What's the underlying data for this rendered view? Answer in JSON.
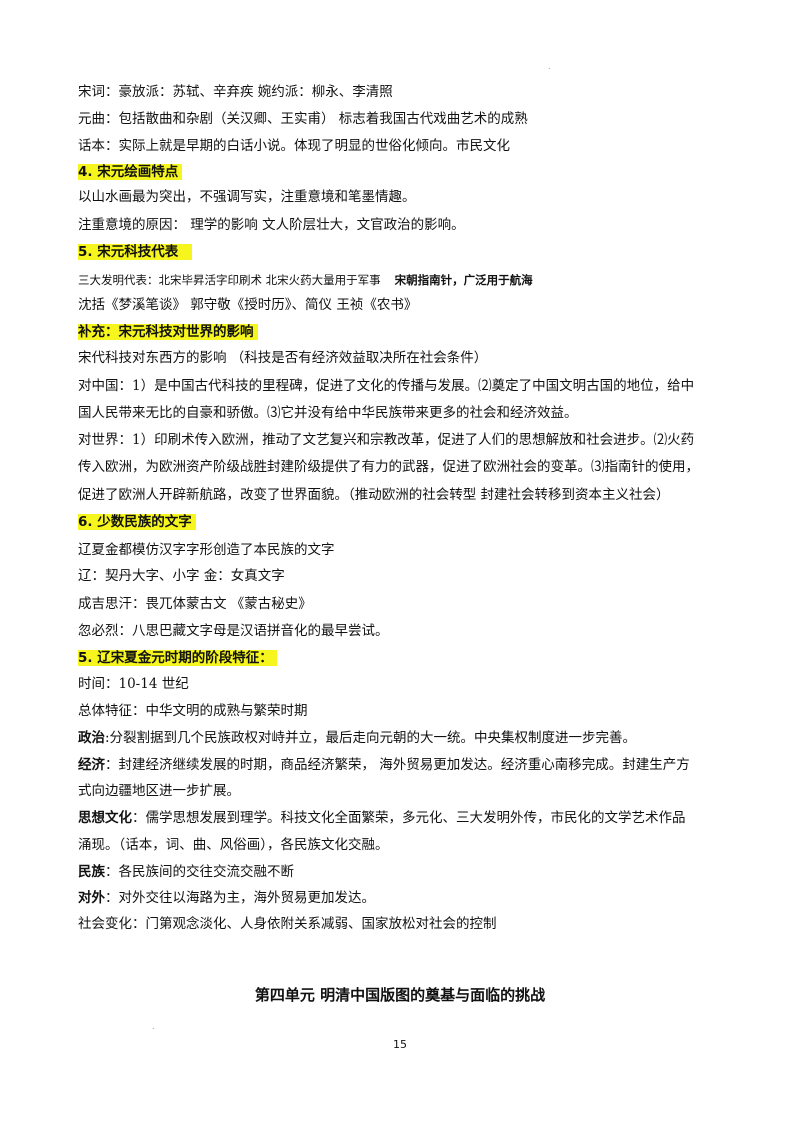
{
  "lines": {
    "l01": "宋词：豪放派：苏轼、辛弃疾   婉约派：柳永、李清照",
    "l02": "元曲：包括散曲和杂剧（关汉卿、王实甫） 标志着我国古代戏曲艺术的成熟",
    "l03": "话本：实际上就是早期的白话小说。体现了明显的世俗化倾向。市民文化",
    "h04": "4. 宋元绘画特点",
    "l05": "以山水画最为突出，不强调写实，注重意境和笔墨情趣。",
    "l06": "注重意境的原因： 理学的影响  文人阶层壮大，文官政治的影响。",
    "h07": "5. 宋元科技代表",
    "l08a": "三大发明代表：北宋毕昇活字印刷术   北宋火药大量用于军事",
    "l08b": "宋朝指南针，广泛用于航海",
    "l09": "沈括《梦溪笔谈》  郭守敬《授时历》、简仪  王祯《农书》",
    "h10": "补充：宋元科技对世界的影响",
    "l11": "宋代科技对东西方的影响   （科技是否有经济效益取决所在社会条件）",
    "l12": "对中国：1）是中国古代科技的里程碑，促进了文化的传播与发展。⑵奠定了中国文明古国的地位，给中",
    "l13": "国人民带来无比的自豪和骄傲。⑶它并没有给中华民族带来更多的社会和经济效益。",
    "l14": "对世界：1）印刷术传入欧洲，推动了文艺复兴和宗教改革，促进了人们的思想解放和社会进步。⑵火药",
    "l15": "传入欧洲，为欧洲资产阶级战胜封建阶级提供了有力的武器，促进了欧洲社会的变革。⑶指南针的使用，",
    "l16": "促进了欧洲人开辟新航路，改变了世界面貌。（推动欧洲的社会转型  封建社会转移到资本主义社会）",
    "h17": "6. 少数民族的文字",
    "l18": "辽夏金都模仿汉字字形创造了本民族的文字",
    "l19": "辽：契丹大字、小字    金：女真文字",
    "l20": "成吉思汗：畏兀体蒙古文   《蒙古秘史》",
    "l21": "忽必烈：八思巴藏文字母是汉语拼音化的最早尝试。",
    "h22": " 5. 辽宋夏金元时期的阶段特征：",
    "l23": "时间：10-14 世纪",
    "l24": "总体特征：中华文明的成熟与繁荣时期",
    "l25k": "政治",
    "l25": ":分裂割据到几个民族政权对峙并立，最后走向元朝的大一统。中央集权制度进一步完善。",
    "l26k": "经济",
    "l26": "：封建经济继续发展的时期，商品经济繁荣，  海外贸易更加发达。经济重心南移完成。封建生产方",
    "l27": "式向边疆地区进一步扩展。",
    "l28k": "思想文化",
    "l28": "：儒学思想发展到理学。科技文化全面繁荣，多元化、三大发明外传，市民化的文学艺术作品",
    "l29": "涌现。（话本，词、曲、风俗画），各民族文化交融。",
    "l30k": "民族",
    "l30": "：各民族间的交往交流交融不断",
    "l31k": "对外",
    "l31": "：对外交往以海路为主，海外贸易更加发达。",
    "l32": "社会变化：门第观念淡化、人身依附关系减弱、国家放松对社会的控制"
  },
  "unit_title": "第四单元    明清中国版图的奠基与面临的挑战",
  "page_number": "15",
  "highlight_color": "#f6f61e"
}
